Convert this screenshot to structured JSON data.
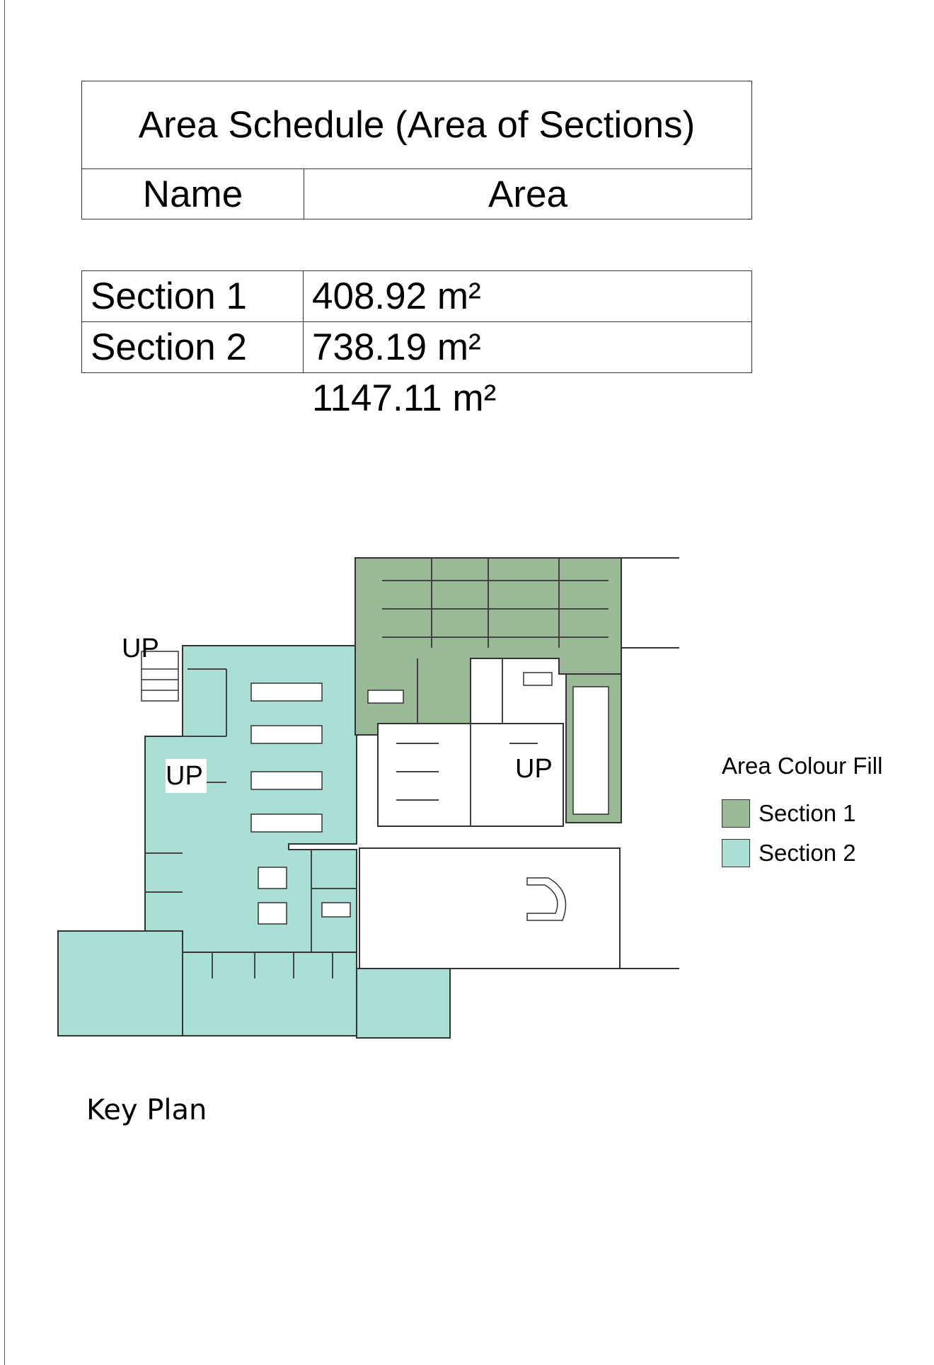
{
  "schedule": {
    "title": "Area Schedule (Area of Sections)",
    "col_name": "Name",
    "col_area": "Area",
    "rows": [
      {
        "name": "Section 1",
        "area": "408.92 m²"
      },
      {
        "name": "Section 2",
        "area": "738.19 m²"
      }
    ],
    "total": "1147.11 m²"
  },
  "plan": {
    "stair_labels": [
      "UP",
      "UP",
      "UP"
    ]
  },
  "legend": {
    "title": "Area Colour Fill",
    "items": [
      {
        "label": "Section 1",
        "color": "#9ab997"
      },
      {
        "label": "Section 2",
        "color": "#aadfd5"
      }
    ]
  },
  "key_plan_label": "Key Plan"
}
